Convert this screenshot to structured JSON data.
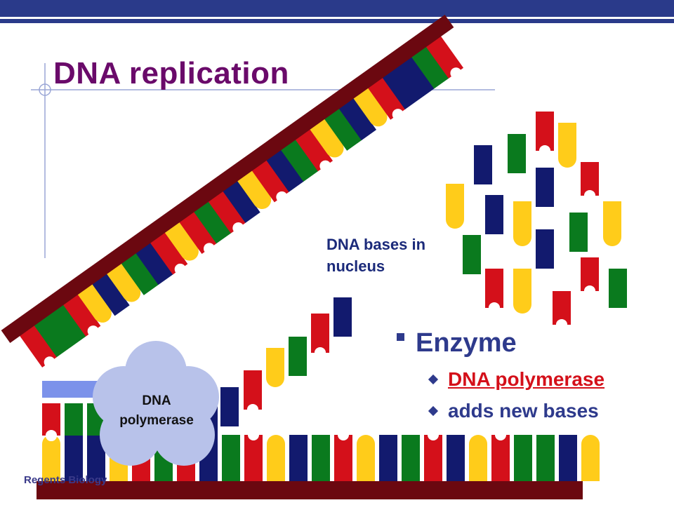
{
  "slide": {
    "title": "DNA replication",
    "note": "DNA bases in nucleus",
    "bullet": "Enzyme",
    "sub_bullets": [
      "DNA polymerase",
      "adds new bases"
    ],
    "enzyme_label": "DNA polymerase",
    "footer": "Regents Biology"
  },
  "colors": {
    "title": "#6a0a6a",
    "backbone": "#6b0810",
    "navy_bar": "#2a3a8a",
    "base_red": "#d4101a",
    "base_green": "#0a7a1e",
    "base_yellow": "#ffcc1a",
    "base_blue": "#121a6e",
    "enzyme_fill": "#b8c2ea",
    "polymerase_link": "#d4101a",
    "bullet_text": "#2e3a8c"
  }
}
